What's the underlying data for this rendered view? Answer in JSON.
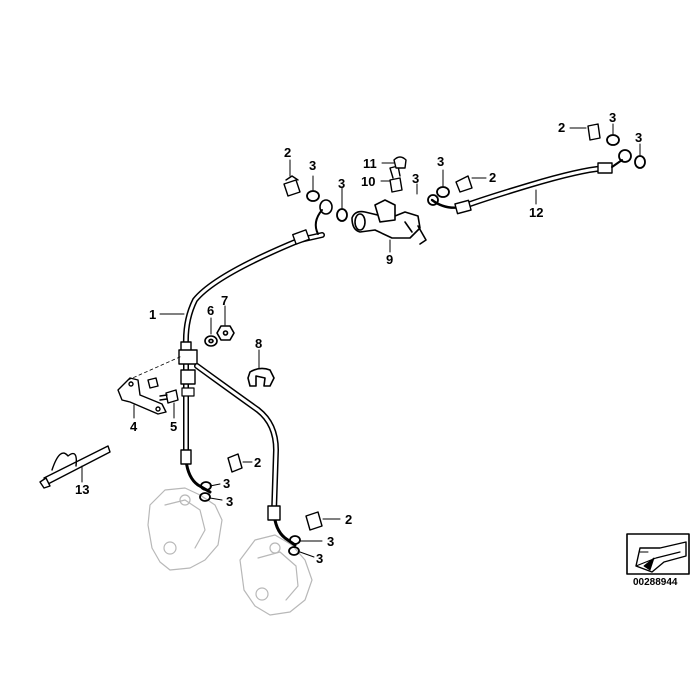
{
  "callouts": [
    {
      "id": "c1",
      "text": "1"
    },
    {
      "id": "c2a",
      "text": "2"
    },
    {
      "id": "c2b",
      "text": "2"
    },
    {
      "id": "c2c",
      "text": "2"
    },
    {
      "id": "c2d",
      "text": "2"
    },
    {
      "id": "c2e",
      "text": "2"
    },
    {
      "id": "c3a",
      "text": "3"
    },
    {
      "id": "c3b",
      "text": "3"
    },
    {
      "id": "c3c",
      "text": "3"
    },
    {
      "id": "c3d",
      "text": "3"
    },
    {
      "id": "c3e",
      "text": "3"
    },
    {
      "id": "c3f",
      "text": "3"
    },
    {
      "id": "c3g",
      "text": "3"
    },
    {
      "id": "c3h",
      "text": "3"
    },
    {
      "id": "c3i",
      "text": "3"
    },
    {
      "id": "c3j",
      "text": "3"
    },
    {
      "id": "c4",
      "text": "4"
    },
    {
      "id": "c5",
      "text": "5"
    },
    {
      "id": "c6",
      "text": "6"
    },
    {
      "id": "c7",
      "text": "7"
    },
    {
      "id": "c8",
      "text": "8"
    },
    {
      "id": "c9",
      "text": "9"
    },
    {
      "id": "c10",
      "text": "10"
    },
    {
      "id": "c11",
      "text": "11"
    },
    {
      "id": "c12",
      "text": "12"
    },
    {
      "id": "c13",
      "text": "13"
    }
  ],
  "reference_number": "00288944",
  "icons": [
    "view-direction-arrow-icon"
  ]
}
